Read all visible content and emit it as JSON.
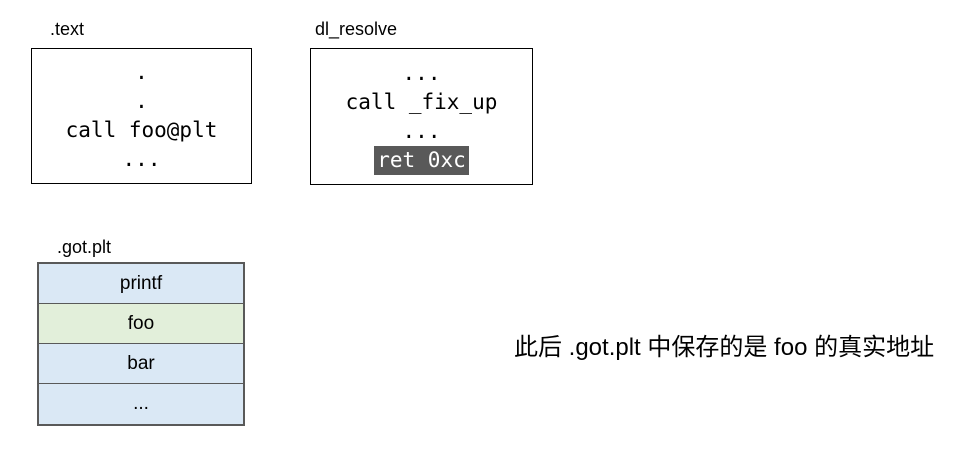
{
  "text_box": {
    "label": ".text",
    "lines": [
      ".",
      ".",
      "call foo@plt",
      "..."
    ]
  },
  "dl_resolve_box": {
    "label": "dl_resolve",
    "lines": [
      "...",
      "call _fix_up",
      "..."
    ],
    "highlighted_line": "ret 0xc"
  },
  "got_plt": {
    "label": ".got.plt",
    "rows": [
      {
        "label": "printf",
        "highlighted": false
      },
      {
        "label": "foo",
        "highlighted": true
      },
      {
        "label": "bar",
        "highlighted": false
      },
      {
        "label": "...",
        "highlighted": false
      }
    ]
  },
  "annotation": "此后 .got.plt 中保存的是 foo 的真实地址",
  "colors": {
    "row_blue": "#dae8f5",
    "row_green": "#e2efda",
    "highlight_bg": "#595959",
    "highlight_text": "#ffffff",
    "box_border": "#000000",
    "table_border": "#595959"
  }
}
